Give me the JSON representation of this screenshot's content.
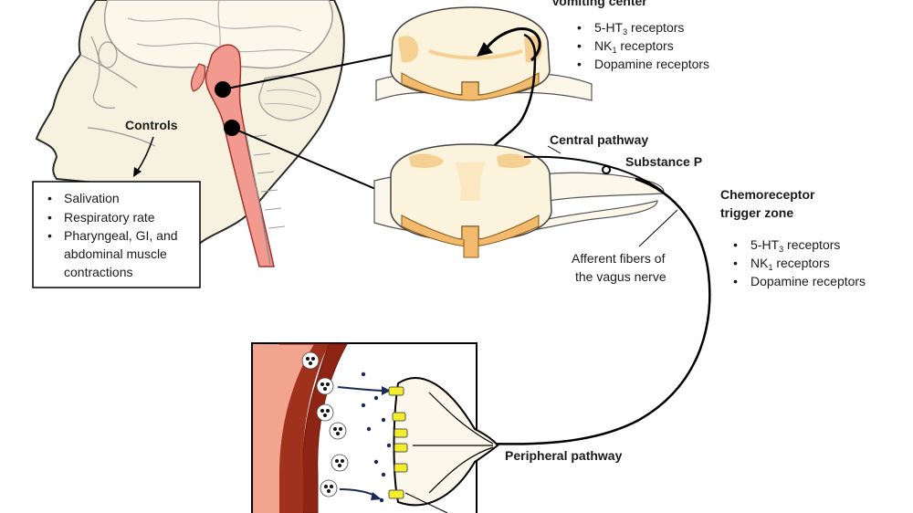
{
  "vomiting_center": {
    "title": "Vomiting center",
    "receptors": [
      {
        "prefix": "5-HT",
        "sub": "3",
        "suffix": " receptors"
      },
      {
        "prefix": "NK",
        "sub": "1",
        "suffix": " receptors"
      },
      {
        "prefix": "Dopamine receptors",
        "sub": "",
        "suffix": ""
      }
    ]
  },
  "controls": {
    "label": "Controls",
    "items": [
      "Salivation",
      "Respiratory rate",
      "Pharyngeal, GI, and",
      "abdominal muscle",
      "contractions"
    ]
  },
  "central_pathway": "Central pathway",
  "substance_p": "Substance P",
  "ctz": {
    "title_line1": "Chemoreceptor",
    "title_line2": "trigger zone",
    "receptors": [
      {
        "prefix": "5-HT",
        "sub": "3",
        "suffix": " receptors"
      },
      {
        "prefix": "NK",
        "sub": "1",
        "suffix": " receptors"
      },
      {
        "prefix": "Dopamine receptors",
        "sub": "",
        "suffix": ""
      }
    ]
  },
  "afferent": {
    "line1": "Afferent fibers of",
    "line2": "the vagus nerve"
  },
  "peripheral_pathway": "Peripheral pathway",
  "bullet": "•"
}
